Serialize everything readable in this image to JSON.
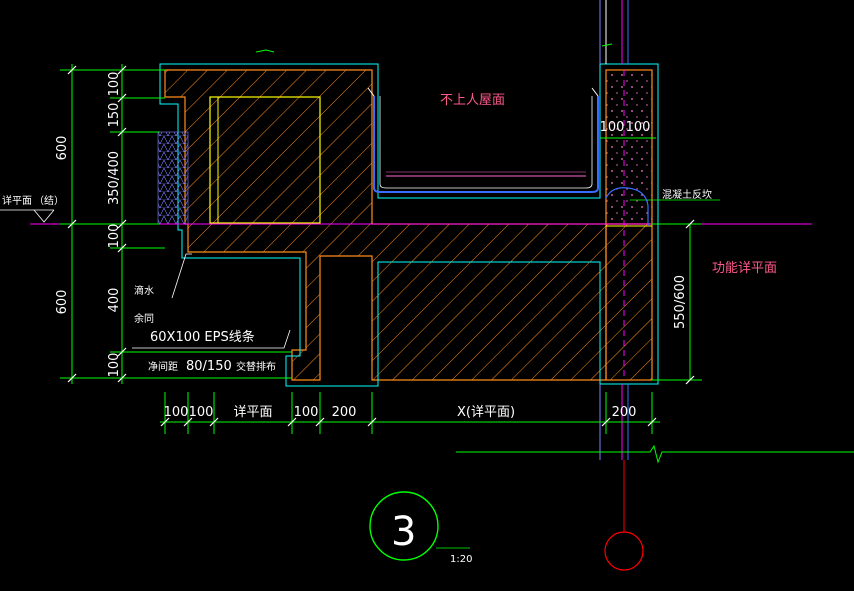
{
  "labels": {
    "roof_note": "不上人屋面",
    "function_floor": "功能详平面",
    "finish_floor_left": "详平面",
    "finish_floor_left_paren": "（结）",
    "concrete_note": "混凝土反坎",
    "drip": "滴水",
    "drip2": "余同",
    "eps": "60X100   EPS线条",
    "net_gap": "净间距",
    "net_gap_val": "80/150",
    "net_gap_note": "交替排布"
  },
  "dims_left": [
    "100",
    "150",
    "350/400",
    "100",
    "400",
    "100"
  ],
  "dims_left_outer": [
    "600",
    "600"
  ],
  "dims_bottom": [
    "100",
    "100",
    "详平面",
    "100",
    "200",
    "X(详平面)",
    "200"
  ],
  "dims_right_small": [
    "100",
    "100"
  ],
  "dims_right": [
    "550/600"
  ],
  "detail": {
    "number": "3",
    "scale": "1:20"
  },
  "colors": {
    "concrete": "#ff8c1a",
    "dimension": "#00ff00",
    "outline": "#00ffff",
    "waterproof": "#3a6bff",
    "yellow": "#ffff00",
    "magenta": "#ff00ff",
    "red": "#ff0000"
  }
}
